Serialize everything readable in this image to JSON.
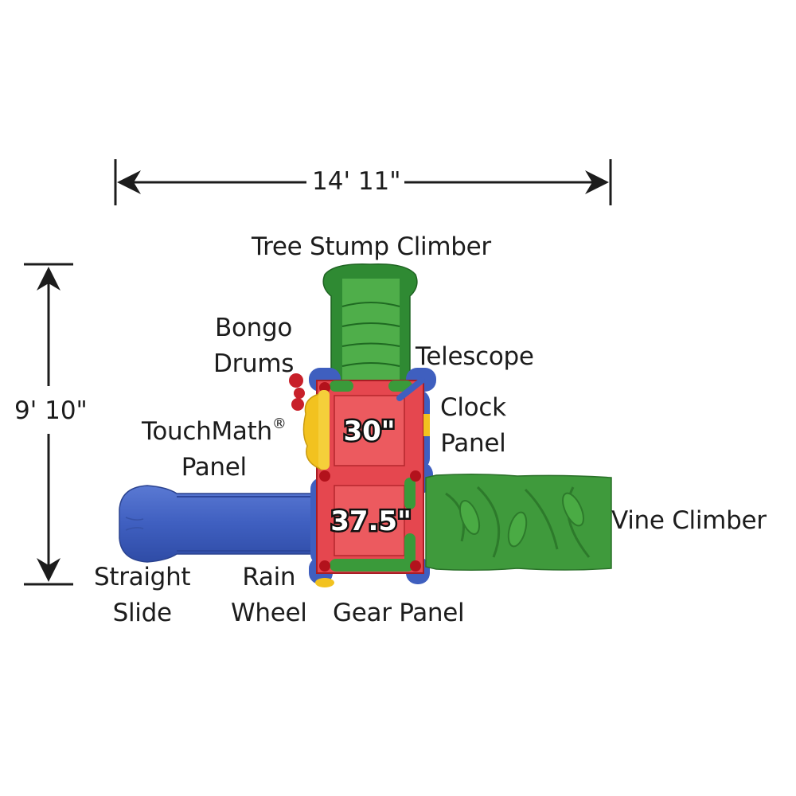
{
  "dimensions": {
    "width": "14' 11\"",
    "depth": "9' 10\""
  },
  "decks": [
    {
      "height": "30\""
    },
    {
      "height": "37.5\""
    }
  ],
  "components": {
    "tree_stump_climber": "Tree Stump Climber",
    "bongo_drums": [
      "Bongo",
      "Drums"
    ],
    "telescope": "Telescope",
    "touchmath_panel": [
      "TouchMath",
      "®",
      "Panel"
    ],
    "clock_panel": [
      "Clock",
      "Panel"
    ],
    "vine_climber": "Vine Climber",
    "straight_slide": [
      "Straight",
      "Slide"
    ],
    "rain_wheel": [
      "Rain",
      "Wheel"
    ],
    "gear_panel": "Gear Panel"
  },
  "colors": {
    "deck_red": "#e5474f",
    "frame_blue": "#3f5fbf",
    "climber_green": "#3f9a3c",
    "panel_yellow": "#f2c21f",
    "post_red": "#b3121c",
    "ink": "#1c1c1c"
  }
}
